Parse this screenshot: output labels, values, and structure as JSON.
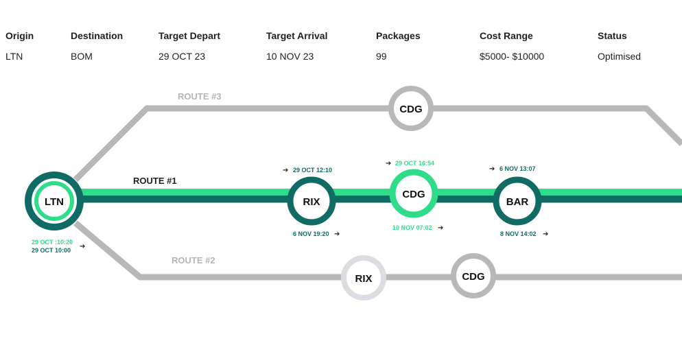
{
  "summary": {
    "origin": {
      "header": "Origin",
      "value": "LTN"
    },
    "destination": {
      "header": "Destination",
      "value": "BOM"
    },
    "target_depart": {
      "header": "Target Depart",
      "value": "29 OCT 23"
    },
    "target_arrival": {
      "header": "Target Arrival",
      "value": "10 NOV 23"
    },
    "packages": {
      "header": "Packages",
      "value": "99"
    },
    "cost_range": {
      "header": "Cost Range",
      "value": "$5000- $10000"
    },
    "status": {
      "header": "Status",
      "value": "Optimised"
    }
  },
  "routes": {
    "route1": "ROUTE #1",
    "route2": "ROUTE #2",
    "route3": "ROUTE #3"
  },
  "nodes": {
    "ltn": "LTN",
    "rix1": "RIX",
    "cdg1": "CDG",
    "bar1": "BAR",
    "cdg3": "CDG",
    "rix2": "RIX",
    "cdg2": "CDG"
  },
  "times": {
    "ltn_planned": "29 OCT :10:20",
    "ltn_actual": "29 OCT 10:00",
    "rix_arrive": "29 OCT 12:10",
    "rix_depart": "6 NOV 19:20",
    "cdg_arrive": "29 OCT 16:54",
    "cdg_depart": "10 NOV 07:02",
    "bar_arrive": "6 NOV 13:07",
    "bar_depart": "8 NOV 14:02"
  },
  "arrow": "➔",
  "colors": {
    "accent_green": "#2fdc8a",
    "dark_teal": "#0f6b64",
    "route_grey": "#b8b8b8",
    "light_grey": "#dcdde3"
  }
}
